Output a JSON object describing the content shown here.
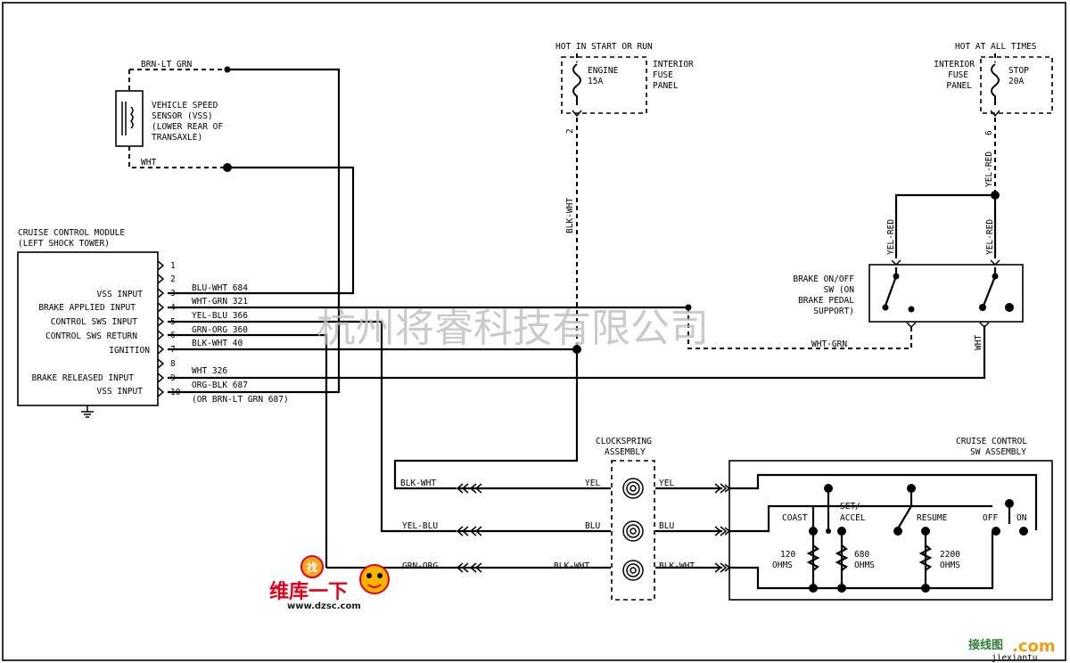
{
  "module": {
    "title": "CRUISE CONTROL MODULE",
    "subtitle": "(LEFT SHOCK TOWER)",
    "pin_numbers": [
      "1",
      "2",
      "3",
      "4",
      "5",
      "6",
      "7",
      "8",
      "9",
      "10"
    ],
    "pin_labels": [
      "VSS INPUT",
      "BRAKE APPLIED INPUT",
      "CONTROL SWS INPUT",
      "CONTROL SWS RETURN",
      "IGNITION",
      "BRAKE RELEASED INPUT",
      "VSS INPUT"
    ],
    "wires": [
      "BLU-WHT 684",
      "WHT-GRN 321",
      "YEL-BLU 366",
      "GRN-ORG 360",
      "BLK-WHT 40",
      "WHT 326",
      "ORG-BLK 687",
      "(OR BRN-LT GRN 687)"
    ]
  },
  "vss": {
    "top_wire": "BRN-LT GRN",
    "bottom_wire": "WHT",
    "label": [
      "VEHICLE SPEED",
      "SENSOR (VSS)",
      "(LOWER REAR OF",
      "TRANSAXLE)"
    ]
  },
  "engine_fuse": {
    "header": "HOT IN START OR RUN",
    "name": "ENGINE",
    "rating": "15A",
    "panel": [
      "INTERIOR",
      "FUSE",
      "PANEL"
    ],
    "pin": "2",
    "wire": "BLK-WHT"
  },
  "stop_fuse": {
    "header": "HOT AT ALL TIMES",
    "name": "STOP",
    "rating": "20A",
    "panel": [
      "INTERIOR",
      "FUSE",
      "PANEL"
    ],
    "pin": "6",
    "wire": "YEL-RED"
  },
  "brake_switch": {
    "label": [
      "BRAKE ON/OFF",
      "SW (ON",
      "BRAKE PEDAL",
      "SUPPORT)"
    ],
    "left_wire": "YEL-RED",
    "right_wire": "YEL-RED",
    "out_wire": "WHT-GRN",
    "wht_wire": "WHT"
  },
  "clockspring": {
    "label": [
      "CLOCKSPRING",
      "ASSEMBLY"
    ],
    "left": [
      "YEL",
      "BLU",
      "BLK-WHT"
    ],
    "right": [
      "YEL",
      "BLU",
      "BLK-WHT"
    ]
  },
  "harness_left": [
    "BLK-WHT",
    "YEL-BLU",
    "GRN-ORG"
  ],
  "cruise_sw": {
    "label": [
      "CRUISE CONTROL",
      "SW ASSEMBLY"
    ],
    "coast": "COAST",
    "set": [
      "SET/",
      "ACCEL"
    ],
    "resume": "RESUME",
    "off": "OFF",
    "on": "ON",
    "r1": [
      "120",
      "OHMS"
    ],
    "r2": [
      "680",
      "OHMS"
    ],
    "r3": [
      "2200",
      "OHMS"
    ]
  },
  "watermark": "杭州将睿科技有限公司",
  "logo": {
    "top": "找",
    "middle": "维库一下",
    "url": "www.dzsc.com"
  },
  "corner": {
    "brand": "接线图",
    "dotcom": ".com",
    "sub": "jiexiantu"
  }
}
